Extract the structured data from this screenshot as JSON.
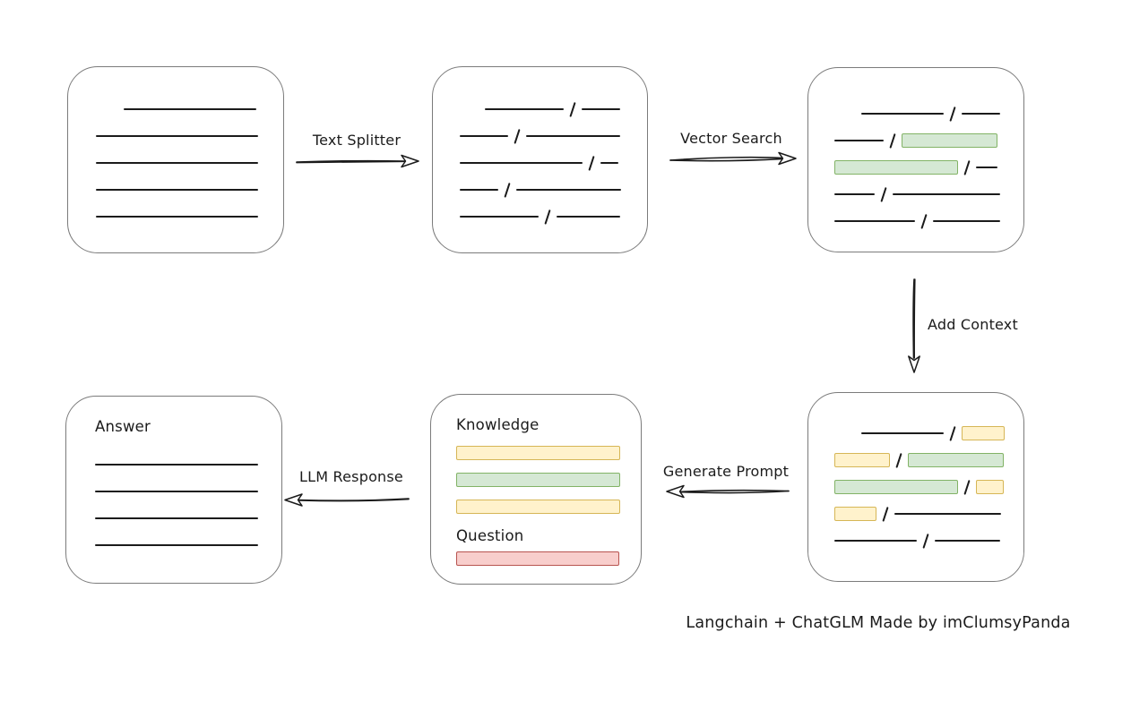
{
  "caption": "Langchain + ChatGLM Made by imClumsyPanda",
  "colors": {
    "box_border": "#7b7b7b",
    "stroke": "#1b1b1b",
    "green_fill": "#d5e8d4",
    "green_border": "#82b366",
    "yellow_fill": "#fff2cc",
    "yellow_border": "#d6b656",
    "red_fill": "#f8cecc",
    "red_border": "#b85450"
  },
  "arrows": {
    "text_splitter": {
      "label": "Text Splitter",
      "direction": "right"
    },
    "vector_search": {
      "label": "Vector Search",
      "direction": "right"
    },
    "add_context": {
      "label": "Add Context",
      "direction": "down"
    },
    "generate_prompt": {
      "label": "Generate Prompt",
      "direction": "left"
    },
    "llm_response": {
      "label": "LLM Response",
      "direction": "left"
    }
  },
  "nodes": {
    "document": {
      "rows": [
        [
          {
            "t": "gap",
            "w": 31
          },
          {
            "t": "line",
            "w": 148
          }
        ],
        [
          {
            "t": "line",
            "w": 181
          }
        ],
        [
          {
            "t": "line",
            "w": 181
          }
        ],
        [
          {
            "t": "line",
            "w": 181
          }
        ],
        [
          {
            "t": "line",
            "w": 181
          }
        ]
      ]
    },
    "split_text": {
      "rows": [
        [
          {
            "t": "gap",
            "w": 28
          },
          {
            "t": "line",
            "w": 88
          },
          {
            "t": "slash"
          },
          {
            "t": "line",
            "w": 43
          }
        ],
        [
          {
            "t": "line",
            "w": 54
          },
          {
            "t": "slash"
          },
          {
            "t": "line",
            "w": 105
          }
        ],
        [
          {
            "t": "line",
            "w": 137
          },
          {
            "t": "slash"
          },
          {
            "t": "line",
            "w": 20
          }
        ],
        [
          {
            "t": "line",
            "w": 43
          },
          {
            "t": "slash"
          },
          {
            "t": "line",
            "w": 117
          }
        ],
        [
          {
            "t": "line",
            "w": 88
          },
          {
            "t": "slash"
          },
          {
            "t": "line",
            "w": 71
          }
        ]
      ]
    },
    "vector_matches": {
      "rows": [
        [
          {
            "t": "gap",
            "w": 30
          },
          {
            "t": "line",
            "w": 92
          },
          {
            "t": "slash"
          },
          {
            "t": "line",
            "w": 43
          }
        ],
        [
          {
            "t": "line",
            "w": 55
          },
          {
            "t": "slash"
          },
          {
            "t": "green",
            "w": 107
          }
        ],
        [
          {
            "t": "green",
            "w": 138
          },
          {
            "t": "slash"
          },
          {
            "t": "line",
            "w": 24
          }
        ],
        [
          {
            "t": "line",
            "w": 45
          },
          {
            "t": "slash"
          },
          {
            "t": "line",
            "w": 120
          }
        ],
        [
          {
            "t": "line",
            "w": 90
          },
          {
            "t": "slash"
          },
          {
            "t": "line",
            "w": 75
          }
        ]
      ]
    },
    "context": {
      "rows": [
        [
          {
            "t": "gap",
            "w": 30
          },
          {
            "t": "line",
            "w": 92
          },
          {
            "t": "slash"
          },
          {
            "t": "yellow",
            "w": 48
          }
        ],
        [
          {
            "t": "yellow",
            "w": 62
          },
          {
            "t": "slash"
          },
          {
            "t": "green",
            "w": 107
          }
        ],
        [
          {
            "t": "green",
            "w": 138
          },
          {
            "t": "slash"
          },
          {
            "t": "yellow",
            "w": 31
          }
        ],
        [
          {
            "t": "yellow",
            "w": 47
          },
          {
            "t": "slash"
          },
          {
            "t": "line",
            "w": 119
          }
        ],
        [
          {
            "t": "line",
            "w": 92
          },
          {
            "t": "slash"
          },
          {
            "t": "line",
            "w": 73
          }
        ]
      ]
    },
    "prompt": {
      "knowledge_label": "Knowledge",
      "question_label": "Question",
      "knowledge_rows": [
        [
          {
            "t": "yellow",
            "w": 183
          }
        ],
        [
          {
            "t": "green",
            "w": 183
          }
        ],
        [
          {
            "t": "yellow",
            "w": 183
          }
        ]
      ],
      "question_rows": [
        [
          {
            "t": "red",
            "w": 182
          }
        ]
      ]
    },
    "answer": {
      "label": "Answer",
      "rows": [
        [
          {
            "t": "line",
            "w": 182
          }
        ],
        [
          {
            "t": "line",
            "w": 182
          }
        ],
        [
          {
            "t": "line",
            "w": 182
          }
        ],
        [
          {
            "t": "line",
            "w": 182
          }
        ]
      ]
    }
  }
}
